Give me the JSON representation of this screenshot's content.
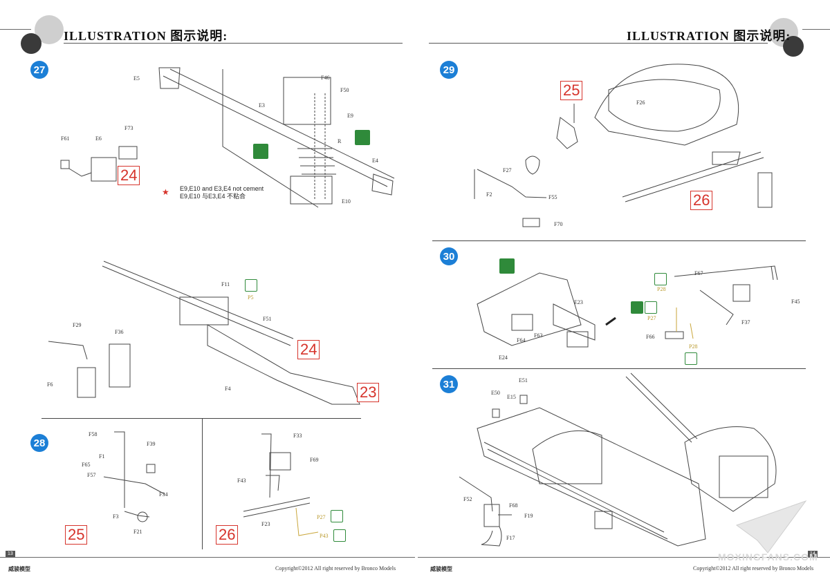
{
  "header": {
    "left_title": "ILLUSTRATION 图示说明:",
    "right_title": "ILLUSTRATION 图示说明:"
  },
  "steps": {
    "s27": "27",
    "s28": "28",
    "s29": "29",
    "s30": "30",
    "s31": "31"
  },
  "refs": {
    "r24a": "24",
    "r24b": "24",
    "r23": "23",
    "r25a": "25",
    "r26a": "26",
    "r25b": "25",
    "r26b": "26"
  },
  "note27": {
    "line1": "E9,E10 and E3,E4 not cement",
    "line2": "E9,E10 与E3,E4 不粘合",
    "star": "★"
  },
  "labels": {
    "E5": "E5",
    "E3": "E3",
    "F46": "F46",
    "F50": "F50",
    "E9": "E9",
    "R": "R",
    "E4": "E4",
    "E10": "E10",
    "F61": "F61",
    "E6": "E6",
    "F73": "F73",
    "F11": "F11",
    "P5": "P5",
    "F51": "F51",
    "F29": "F29",
    "F36": "F36",
    "F6": "F6",
    "F4": "F4",
    "F58": "F58",
    "F1": "F1",
    "F39": "F39",
    "F65": "F65",
    "F57": "F57",
    "F34": "F34",
    "F3": "F3",
    "F21": "F21",
    "F33": "F33",
    "F69": "F69",
    "F43": "F43",
    "P27a": "P27",
    "F23": "F23",
    "P43": "P43",
    "F26": "F26",
    "F27a": "F27",
    "F2": "F2",
    "F55": "F55",
    "F70": "F70",
    "F67": "F67",
    "E23": "E23",
    "P28a": "P28",
    "P27b": "P27",
    "F64": "F64",
    "F63": "F63",
    "E24": "E24",
    "F66": "F66",
    "P28b": "P28",
    "F37": "F37",
    "F45": "F45",
    "E51": "E51",
    "E50": "E50",
    "E15": "E15",
    "F52": "F52",
    "F68": "F68",
    "F19": "F19",
    "F17": "F17"
  },
  "footer": {
    "left_page": "13",
    "right_page": "14",
    "left_brand": "威骏模型",
    "right_brand": "威骏模型",
    "left_copyright": "Copyright©2012   All right reserved by Bronco Models",
    "right_copyright": "Copyright©2012   All right reserved by Bronco Models",
    "watermark": "MOXINGFANS.COM"
  },
  "colors": {
    "step_blue": "#1c7fd6",
    "ref_red": "#d6332b",
    "glue_green": "#2f8a3a",
    "paint_yellow": "#b8982a"
  }
}
